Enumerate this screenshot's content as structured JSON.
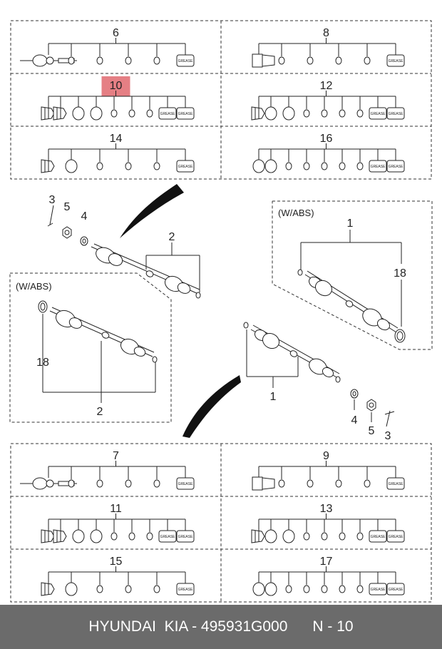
{
  "highlight_color": "#e57f84",
  "grid_top": {
    "cells": [
      {
        "num": "6"
      },
      {
        "num": "8"
      },
      {
        "num": "10",
        "highlighted": true
      },
      {
        "num": "12"
      },
      {
        "num": "14"
      },
      {
        "num": "16"
      }
    ]
  },
  "grid_bottom": {
    "cells": [
      {
        "num": "7"
      },
      {
        "num": "9"
      },
      {
        "num": "11"
      },
      {
        "num": "13"
      },
      {
        "num": "15"
      },
      {
        "num": "17"
      }
    ]
  },
  "grease_label": "GREASE",
  "upper_assembly": {
    "callouts": {
      "bolt": "3",
      "nut": "5",
      "washer": "4",
      "shaft": "2"
    }
  },
  "left_box": {
    "title": "(W/ABS)",
    "callouts": {
      "ring": "18",
      "shaft": "2"
    }
  },
  "right_box": {
    "title": "(W/ABS)",
    "callouts": {
      "shaft": "1",
      "ring": "18"
    }
  },
  "lower_assembly": {
    "callouts": {
      "shaft": "1",
      "washer": "4",
      "nut": "5",
      "bolt": "3"
    }
  },
  "footer": {
    "text": "HYUNDAI  KIA - 495931G000      N - 10"
  }
}
